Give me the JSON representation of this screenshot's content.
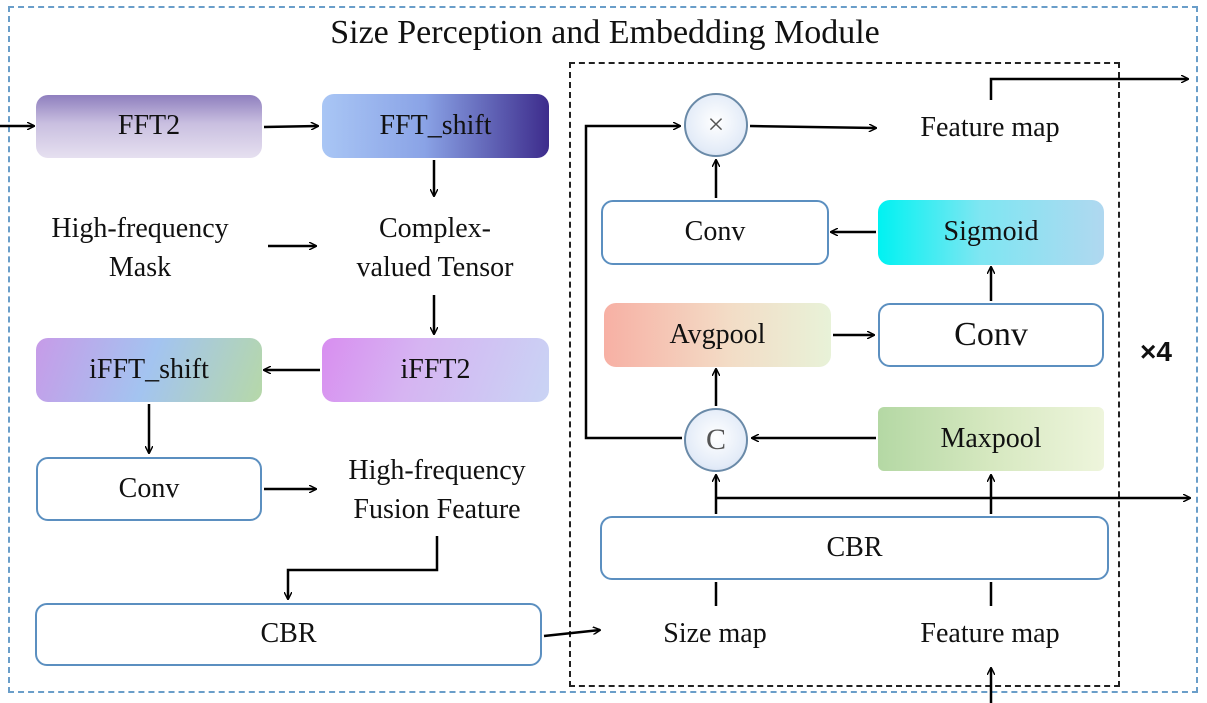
{
  "title": "Size Perception and Embedding Module",
  "left": {
    "fft2": "FFT2",
    "fft_shift": "FFT_shift",
    "mask_line1": "High-frequency",
    "mask_line2": "Mask",
    "tensor_line1": "Complex-",
    "tensor_line2": "valued Tensor",
    "ifft_shift": "iFFT_shift",
    "ifft2": "iFFT2",
    "conv": "Conv",
    "fusion_line1": "High-frequency",
    "fusion_line2": "Fusion Feature",
    "cbr": "CBR"
  },
  "right": {
    "multiply_symbol": "×",
    "feature_map_top": "Feature map",
    "conv_top": "Conv",
    "sigmoid": "Sigmoid",
    "avgpool": "Avgpool",
    "conv_mid": "Conv",
    "concat_symbol": "C",
    "maxpool": "Maxpool",
    "cbr": "CBR",
    "size_map": "Size map",
    "feature_map_bottom": "Feature map",
    "repeat": "×4"
  },
  "colors": {
    "outer_frame": "#6a9ec9",
    "box_border": "#5b8fc0",
    "fft2": [
      "#8f7fbe",
      "#e6e0f0"
    ],
    "fft_shift": [
      "#a9c6f5",
      "#3d2c8c"
    ],
    "ifft_shift": [
      "#c79be8",
      "#a3c4f0",
      "#b6d8a8"
    ],
    "ifft2": [
      "#d88ef0",
      "#c9d4f4"
    ],
    "sigmoid": [
      "#00f2f2",
      "#b0d8f0"
    ],
    "avgpool": [
      "#f7b0a4",
      "#e8f2d8"
    ],
    "maxpool": [
      "#b4d8a4",
      "#eef5dc"
    ]
  }
}
